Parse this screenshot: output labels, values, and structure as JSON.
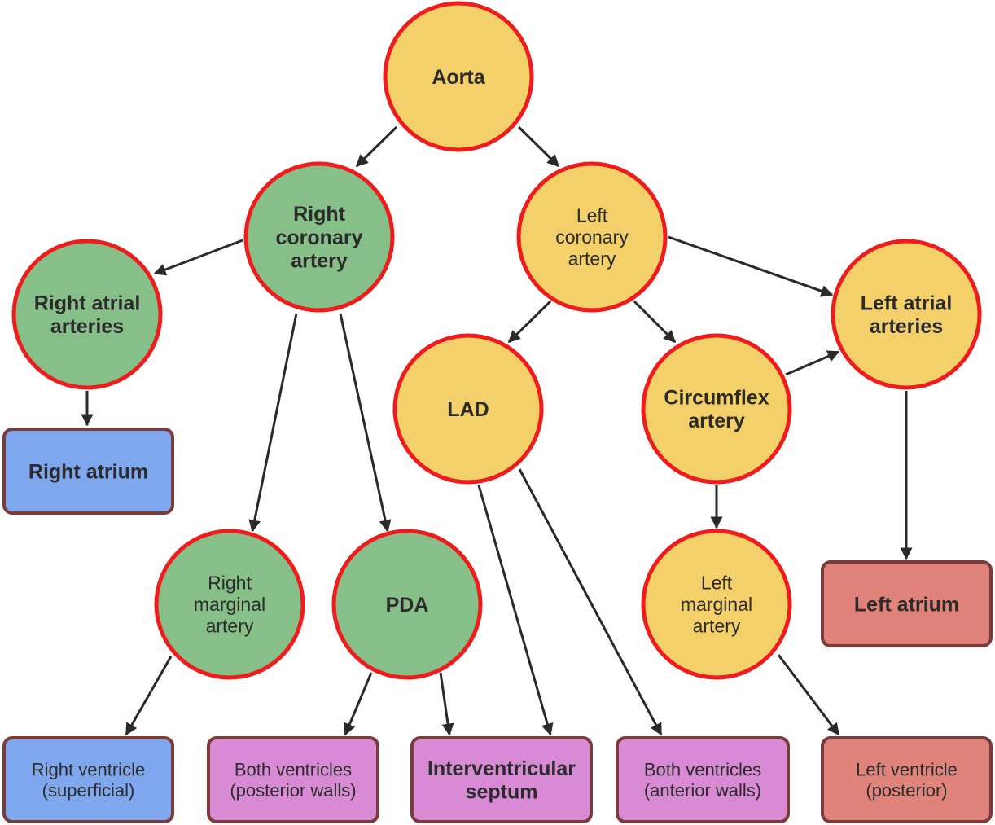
{
  "colors": {
    "yellow": "#f4d06a",
    "green": "#86bf88",
    "blue": "#7fa7ee",
    "purple": "#d98ad5",
    "salmon": "#e0837a",
    "circle_stroke": "#ee1c1c",
    "box_stroke": "#7a3b3b",
    "arrow": "#2a2a2a"
  },
  "nodes": [
    {
      "id": "aorta",
      "label": "Aorta",
      "shape": "circle",
      "color": "yellow",
      "bold": true
    },
    {
      "id": "rca",
      "label": "Right\ncoronary\nartery",
      "shape": "circle",
      "color": "green",
      "bold": true
    },
    {
      "id": "lca",
      "label": "Left\ncoronary\nartery",
      "shape": "circle",
      "color": "yellow",
      "bold": false
    },
    {
      "id": "raa",
      "label": "Right atrial\narteries",
      "shape": "circle",
      "color": "green",
      "bold": true
    },
    {
      "id": "laa",
      "label": "Left atrial\narteries",
      "shape": "circle",
      "color": "yellow",
      "bold": true
    },
    {
      "id": "lad",
      "label": "LAD",
      "shape": "circle",
      "color": "yellow",
      "bold": true
    },
    {
      "id": "cx",
      "label": "Circumflex\nartery",
      "shape": "circle",
      "color": "yellow",
      "bold": true
    },
    {
      "id": "rma",
      "label": "Right\nmarginal\nartery",
      "shape": "circle",
      "color": "green",
      "bold": false
    },
    {
      "id": "pda",
      "label": "PDA",
      "shape": "circle",
      "color": "green",
      "bold": true
    },
    {
      "id": "lma",
      "label": "Left\nmarginal\nartery",
      "shape": "circle",
      "color": "yellow",
      "bold": false
    },
    {
      "id": "ra",
      "label": "Right atrium",
      "shape": "box",
      "color": "blue",
      "bold": true
    },
    {
      "id": "la",
      "label": "Left atrium",
      "shape": "box",
      "color": "salmon",
      "bold": true
    },
    {
      "id": "rv",
      "label": "Right ventricle\n(superficial)",
      "shape": "box",
      "color": "blue",
      "bold": false
    },
    {
      "id": "bvp",
      "label": "Both ventricles\n(posterior walls)",
      "shape": "box",
      "color": "purple",
      "bold": false
    },
    {
      "id": "ivs",
      "label": "Interventricular\nseptum",
      "shape": "box",
      "color": "purple",
      "bold": true
    },
    {
      "id": "bva",
      "label": "Both ventricles\n(anterior walls)",
      "shape": "box",
      "color": "purple",
      "bold": false
    },
    {
      "id": "lv",
      "label": "Left ventricle\n(posterior)",
      "shape": "box",
      "color": "salmon",
      "bold": false
    }
  ],
  "edges": [
    {
      "from": "aorta",
      "to": "rca"
    },
    {
      "from": "aorta",
      "to": "lca"
    },
    {
      "from": "rca",
      "to": "raa"
    },
    {
      "from": "rca",
      "to": "rma"
    },
    {
      "from": "rca",
      "to": "pda"
    },
    {
      "from": "raa",
      "to": "ra"
    },
    {
      "from": "lca",
      "to": "laa"
    },
    {
      "from": "lca",
      "to": "lad"
    },
    {
      "from": "lca",
      "to": "cx"
    },
    {
      "from": "cx",
      "to": "laa"
    },
    {
      "from": "laa",
      "to": "la"
    },
    {
      "from": "cx",
      "to": "lma"
    },
    {
      "from": "lad",
      "to": "ivs"
    },
    {
      "from": "lad",
      "to": "bva"
    },
    {
      "from": "rma",
      "to": "rv"
    },
    {
      "from": "pda",
      "to": "bvp"
    },
    {
      "from": "pda",
      "to": "ivs"
    },
    {
      "from": "lma",
      "to": "lv"
    }
  ]
}
